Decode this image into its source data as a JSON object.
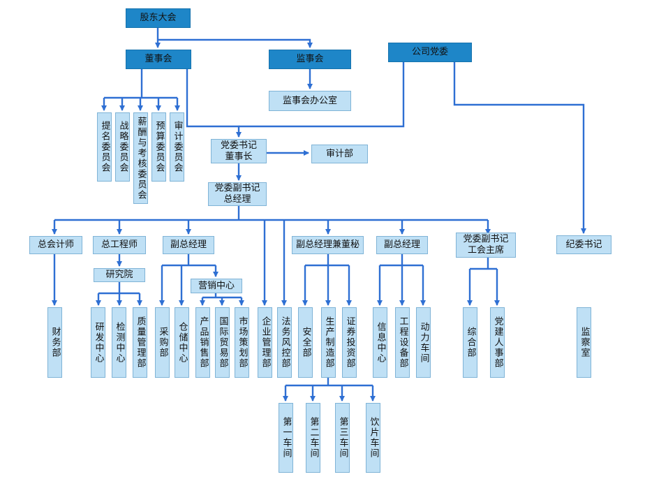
{
  "nodes": {
    "shareholders": "股东大会",
    "board": "董事会",
    "supervisory": "监事会",
    "supervisory_office": "监事会办公室",
    "party_committee": "公司党委",
    "nomination": "提名委员会",
    "strategy": "战略委员会",
    "compensation": "薪酬与考核委员会",
    "budget": "预算委员会",
    "audit_committee": "审计委员会",
    "secretary_chairman": "党委书记\n董事长",
    "audit_dept": "审计部",
    "deputy_secretary_gm": "党委副书记\n总经理",
    "chief_accountant": "总会计师",
    "chief_engineer": "总工程师",
    "deputy_gm_1": "副总经理",
    "deputy_gm_board_secretary": "副总经理兼董秘",
    "deputy_gm_2": "副总经理",
    "deputy_secretary_union": "党委副书记\n工会主席",
    "discipline_secretary": "纪委书记",
    "research_institute": "研究院",
    "marketing_center": "营销中心",
    "finance_dept": "财务部",
    "rd_center": "研发中心",
    "testing_center": "检测中心",
    "quality_dept": "质量管理部",
    "purchasing": "采购部",
    "warehouse": "仓储中心",
    "product_sales": "产品销售部",
    "intl_trade": "国际贸易部",
    "market_planning": "市场策划部",
    "enterprise_mgmt": "企业管理部",
    "legal_risk": "法务风控部",
    "safety": "安全部",
    "production": "生产制造部",
    "securities": "证券投资部",
    "info_center": "信息中心",
    "engineering_equipment": "工程设备部",
    "power_workshop": "动力车间",
    "general_dept": "综合部",
    "party_hr": "党建人事部",
    "supervision_office": "监察室",
    "workshop_1": "第一车间",
    "workshop_2": "第二车间",
    "workshop_3": "第三车间",
    "decoction_workshop": "饮片车间"
  },
  "colors": {
    "dark": "#1e86c8",
    "light": "#bfe0f5",
    "line": "#2e6fd3"
  }
}
